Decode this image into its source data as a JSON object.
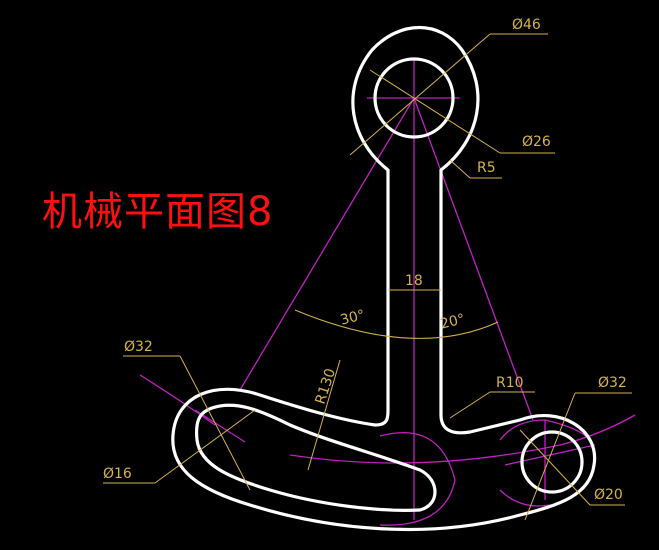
{
  "title": "机械平面图8",
  "colors": {
    "background": "#000000",
    "outline": "#ffffff",
    "centerline": "#c020c0",
    "dimension": "#d4b24c",
    "title": "#ff1010"
  },
  "dimensions": {
    "top_outer_dia": "Ø46",
    "top_inner_dia": "Ø26",
    "top_fillet": "R5",
    "stem_width": "18",
    "angle_left": "30°",
    "angle_right": "20°",
    "arc_radius": "R130",
    "left_outer_dia": "Ø32",
    "left_inner_dia": "Ø16",
    "right_fillet": "R10",
    "right_outer_dia": "Ø32",
    "right_inner_dia": "Ø20"
  }
}
